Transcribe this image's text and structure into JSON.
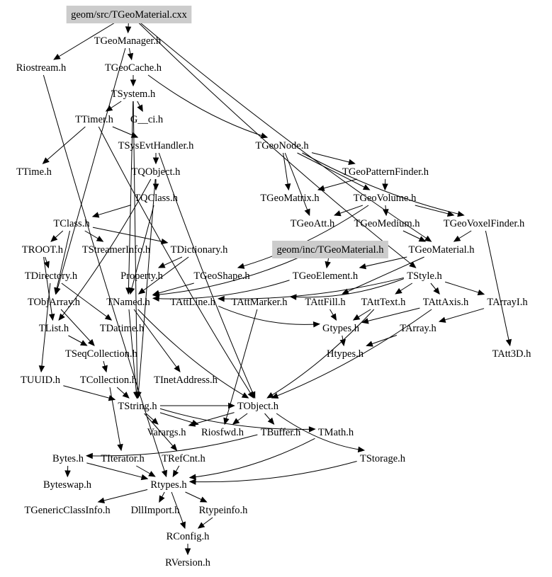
{
  "diagram": {
    "title": "Include dependency graph for geom/src/TGeoMaterial.cxx",
    "type": "directed-graph",
    "highlight_fill": "#cccccc",
    "nodes": [
      {
        "id": "root_cxx",
        "label": "geom/src/TGeoMaterial.cxx",
        "highlighted": true
      },
      {
        "id": "TGeoManager",
        "label": "TGeoManager.h"
      },
      {
        "id": "Riostream",
        "label": "Riostream.h"
      },
      {
        "id": "TGeoCache",
        "label": "TGeoCache.h"
      },
      {
        "id": "TSystem",
        "label": "TSystem.h"
      },
      {
        "id": "TTimer",
        "label": "TTimer.h"
      },
      {
        "id": "G__ci",
        "label": "G__ci.h"
      },
      {
        "id": "TSysEvtHandler",
        "label": "TSysEvtHandler.h"
      },
      {
        "id": "TGeoNode",
        "label": "TGeoNode.h"
      },
      {
        "id": "TTime",
        "label": "TTime.h"
      },
      {
        "id": "TQObject",
        "label": "TQObject.h"
      },
      {
        "id": "TGeoPatternFinder",
        "label": "TGeoPatternFinder.h"
      },
      {
        "id": "TQClass",
        "label": "TQClass.h"
      },
      {
        "id": "TGeoMatrix",
        "label": "TGeoMatrix.h"
      },
      {
        "id": "TGeoVolume",
        "label": "TGeoVolume.h"
      },
      {
        "id": "TClass",
        "label": "TClass.h"
      },
      {
        "id": "TGeoAtt",
        "label": "TGeoAtt.h"
      },
      {
        "id": "TGeoMedium",
        "label": "TGeoMedium.h"
      },
      {
        "id": "TGeoVoxelFinder",
        "label": "TGeoVoxelFinder.h"
      },
      {
        "id": "TROOT",
        "label": "TROOT.h"
      },
      {
        "id": "TStreamerInfo",
        "label": "TStreamerInfo.h"
      },
      {
        "id": "TDictionary",
        "label": "TDictionary.h"
      },
      {
        "id": "inc_TGeoMaterial",
        "label": "geom/inc/TGeoMaterial.h",
        "highlighted": true
      },
      {
        "id": "TGeoMaterial",
        "label": "TGeoMaterial.h"
      },
      {
        "id": "TDirectory",
        "label": "TDirectory.h"
      },
      {
        "id": "Property",
        "label": "Property.h"
      },
      {
        "id": "TGeoShape",
        "label": "TGeoShape.h"
      },
      {
        "id": "TGeoElement",
        "label": "TGeoElement.h"
      },
      {
        "id": "TStyle",
        "label": "TStyle.h"
      },
      {
        "id": "TObjArray",
        "label": "TObjArray.h"
      },
      {
        "id": "TNamed",
        "label": "TNamed.h"
      },
      {
        "id": "TAttLine",
        "label": "TAttLine.h"
      },
      {
        "id": "TAttMarker",
        "label": "TAttMarker.h"
      },
      {
        "id": "TAttFill",
        "label": "TAttFill.h"
      },
      {
        "id": "TAttText",
        "label": "TAttText.h"
      },
      {
        "id": "TAttAxis",
        "label": "TAttAxis.h"
      },
      {
        "id": "TArrayI",
        "label": "TArrayI.h"
      },
      {
        "id": "TList",
        "label": "TList.h"
      },
      {
        "id": "TDatime",
        "label": "TDatime.h"
      },
      {
        "id": "Gtypes",
        "label": "Gtypes.h"
      },
      {
        "id": "TArray",
        "label": "TArray.h"
      },
      {
        "id": "TSeqCollection",
        "label": "TSeqCollection.h"
      },
      {
        "id": "Htypes",
        "label": "Htypes.h"
      },
      {
        "id": "TAtt3D",
        "label": "TAtt3D.h"
      },
      {
        "id": "TUUID",
        "label": "TUUID.h"
      },
      {
        "id": "TCollection",
        "label": "TCollection.h"
      },
      {
        "id": "TInetAddress",
        "label": "TInetAddress.h"
      },
      {
        "id": "TString",
        "label": "TString.h"
      },
      {
        "id": "TObject",
        "label": "TObject.h"
      },
      {
        "id": "Varargs",
        "label": "Varargs.h"
      },
      {
        "id": "Riosfwd",
        "label": "Riosfwd.h"
      },
      {
        "id": "TBuffer",
        "label": "TBuffer.h"
      },
      {
        "id": "TMath",
        "label": "TMath.h"
      },
      {
        "id": "Bytes",
        "label": "Bytes.h"
      },
      {
        "id": "TIterator",
        "label": "TIterator.h"
      },
      {
        "id": "TRefCnt",
        "label": "TRefCnt.h"
      },
      {
        "id": "TStorage",
        "label": "TStorage.h"
      },
      {
        "id": "Byteswap",
        "label": "Byteswap.h"
      },
      {
        "id": "Rtypes",
        "label": "Rtypes.h"
      },
      {
        "id": "TGenericClassInfo",
        "label": "TGenericClassInfo.h"
      },
      {
        "id": "DllImport",
        "label": "DllImport.h"
      },
      {
        "id": "Rtypeinfo",
        "label": "Rtypeinfo.h"
      },
      {
        "id": "RConfig",
        "label": "RConfig.h"
      },
      {
        "id": "RVersion",
        "label": "RVersion.h"
      }
    ],
    "edges": [
      [
        "root_cxx",
        "TGeoManager"
      ],
      [
        "root_cxx",
        "Riostream"
      ],
      [
        "root_cxx",
        "TStyle"
      ],
      [
        "root_cxx",
        "TGeoMaterial"
      ],
      [
        "TGeoManager",
        "TGeoCache"
      ],
      [
        "TGeoManager",
        "TObjArray"
      ],
      [
        "TGeoCache",
        "TSystem"
      ],
      [
        "TGeoCache",
        "TGeoNode"
      ],
      [
        "TSystem",
        "TTimer"
      ],
      [
        "TSystem",
        "G__ci"
      ],
      [
        "TSystem",
        "TString"
      ],
      [
        "TSystem",
        "TNamed"
      ],
      [
        "TTimer",
        "TSysEvtHandler"
      ],
      [
        "TTimer",
        "TTime"
      ],
      [
        "TTimer",
        "TObject"
      ],
      [
        "TSysEvtHandler",
        "TQObject"
      ],
      [
        "TSysEvtHandler",
        "TObject"
      ],
      [
        "TQObject",
        "TQClass"
      ],
      [
        "TQObject",
        "TList"
      ],
      [
        "TQObject",
        "TString"
      ],
      [
        "TQClass",
        "TClass"
      ],
      [
        "TQClass",
        "TNamed"
      ],
      [
        "TClass",
        "TROOT"
      ],
      [
        "TClass",
        "TStreamerInfo"
      ],
      [
        "TClass",
        "TDictionary"
      ],
      [
        "TClass",
        "TObjArray"
      ],
      [
        "TROOT",
        "TDirectory"
      ],
      [
        "TROOT",
        "TList"
      ],
      [
        "TDirectory",
        "TDatime"
      ],
      [
        "TDirectory",
        "TUUID"
      ],
      [
        "TDictionary",
        "Property"
      ],
      [
        "TDictionary",
        "TNamed"
      ],
      [
        "TGeoNode",
        "TGeoPatternFinder"
      ],
      [
        "TGeoNode",
        "TGeoMatrix"
      ],
      [
        "TGeoNode",
        "TGeoVolume"
      ],
      [
        "TGeoNode",
        "TGeoAtt"
      ],
      [
        "TGeoNode",
        "TGeoVoxelFinder"
      ],
      [
        "TGeoPatternFinder",
        "TGeoVolume"
      ],
      [
        "TGeoPatternFinder",
        "TGeoMatrix"
      ],
      [
        "TGeoVolume",
        "TGeoMedium"
      ],
      [
        "TGeoVolume",
        "TGeoVoxelFinder"
      ],
      [
        "TGeoVolume",
        "TGeoAtt"
      ],
      [
        "TGeoVolume",
        "TGeoShape"
      ],
      [
        "TGeoMedium",
        "TGeoMaterial"
      ],
      [
        "TGeoVoxelFinder",
        "TGeoMaterial"
      ],
      [
        "TGeoVoxelFinder",
        "TAtt3D"
      ],
      [
        "inc_TGeoMaterial",
        "TGeoElement"
      ],
      [
        "inc_TGeoMaterial",
        "TNamed"
      ],
      [
        "TGeoMaterial",
        "TGeoElement"
      ],
      [
        "TGeoMaterial",
        "TAttFill"
      ],
      [
        "TGeoShape",
        "TNamed"
      ],
      [
        "TGeoElement",
        "TNamed"
      ],
      [
        "TStyle",
        "TAttLine"
      ],
      [
        "TStyle",
        "TAttMarker"
      ],
      [
        "TStyle",
        "TAttText"
      ],
      [
        "TStyle",
        "TAttAxis"
      ],
      [
        "TStyle",
        "TArrayI"
      ],
      [
        "TAttLine",
        "Gtypes"
      ],
      [
        "TAttFill",
        "Gtypes"
      ],
      [
        "TAttText",
        "Gtypes"
      ],
      [
        "TAttAxis",
        "Gtypes"
      ],
      [
        "TAttMarker",
        "Riosfwd"
      ],
      [
        "TAttAxis",
        "TObject"
      ],
      [
        "TAttText",
        "TObject"
      ],
      [
        "TArrayI",
        "TArray"
      ],
      [
        "TArray",
        "Htypes"
      ],
      [
        "Gtypes",
        "Htypes"
      ],
      [
        "TNamed",
        "TString"
      ],
      [
        "TNamed",
        "TObject"
      ],
      [
        "TNamed",
        "TInetAddress"
      ],
      [
        "TObjArray",
        "TSeqCollection"
      ],
      [
        "TList",
        "TSeqCollection"
      ],
      [
        "TSeqCollection",
        "TCollection"
      ],
      [
        "TCollection",
        "TString"
      ],
      [
        "TCollection",
        "TIterator"
      ],
      [
        "TUUID",
        "TString"
      ],
      [
        "TString",
        "Varargs"
      ],
      [
        "TString",
        "Riosfwd"
      ],
      [
        "TString",
        "TObject"
      ],
      [
        "TString",
        "TRefCnt"
      ],
      [
        "TString",
        "TMath"
      ],
      [
        "TObject",
        "Varargs"
      ],
      [
        "TObject",
        "Riosfwd"
      ],
      [
        "TObject",
        "TBuffer"
      ],
      [
        "TObject",
        "TStorage"
      ],
      [
        "TBuffer",
        "Bytes"
      ],
      [
        "TMath",
        "Rtypes"
      ],
      [
        "TStorage",
        "Rtypes"
      ],
      [
        "Bytes",
        "Byteswap"
      ],
      [
        "Bytes",
        "Rtypes"
      ],
      [
        "TIterator",
        "Rtypes"
      ],
      [
        "TRefCnt",
        "Rtypes"
      ],
      [
        "Riostream",
        "Rtypes"
      ],
      [
        "Rtypes",
        "TGenericClassInfo"
      ],
      [
        "Rtypes",
        "DllImport"
      ],
      [
        "Rtypes",
        "Rtypeinfo"
      ],
      [
        "Rtypes",
        "RConfig"
      ],
      [
        "Rtypeinfo",
        "RConfig"
      ],
      [
        "RConfig",
        "RVersion"
      ]
    ]
  }
}
